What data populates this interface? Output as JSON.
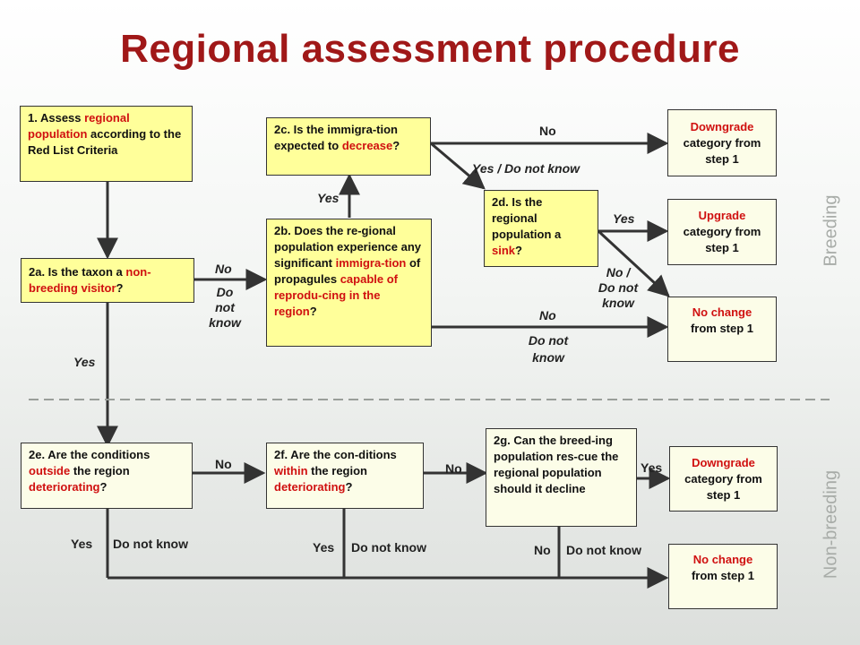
{
  "title": "Regional assessment procedure",
  "boxes": {
    "step1": {
      "text": "1.  Assess ",
      "red": "regional population",
      "rest": " according to the Red List Criteria"
    },
    "step2a": {
      "text": "2a.  Is the taxon a ",
      "red": "non-breeding visitor",
      "rest": "?"
    },
    "step2b": {
      "text": "2b.  Does the re-gional population experience any significant  ",
      "red": "immigra-tion",
      "mid": " of propagules ",
      "red2": "capable of reprodu-cing in the region",
      "rest": "?"
    },
    "step2c": {
      "text": "2c.  Is the immigra-tion expected  to ",
      "red": "decrease",
      "rest": "?"
    },
    "step2d": {
      "text": "2d. Is the regional population a ",
      "red": "sink",
      "rest": "?"
    },
    "step2e": {
      "text": "2e. Are the conditions ",
      "red": "outside",
      "mid": " the region ",
      "red2": "deteriorating",
      "rest": "?"
    },
    "step2f": {
      "text": "2f.  Are the con-ditions ",
      "red": "within",
      "mid": " the region ",
      "red2": "deteriorating",
      "rest": "?"
    },
    "step2g": {
      "text": "2g. Can the breed-ing population res-cue the regional population should it decline"
    }
  },
  "results": {
    "downgrade_top": {
      "red": "Downgrade",
      "rest": "category from step 1"
    },
    "upgrade": {
      "red": "Upgrade",
      "rest": "category from step 1"
    },
    "nochange_top": {
      "red": "No change",
      "rest": "from step 1"
    },
    "downgrade_bottom": {
      "red": "Downgrade",
      "rest": "category from step 1"
    },
    "nochange_bottom": {
      "red": "No change",
      "rest": "from step 1"
    }
  },
  "labels": {
    "no_2a": "No",
    "donotknow_2a": "Do\nnot\nknow",
    "yes_2a": "Yes",
    "yes_2b": "Yes",
    "no_2c": "No",
    "yes_dnk_2c": "Yes / Do not know",
    "yes_2d": "Yes",
    "no_dnk_2d": "No /\nDo not\nknow",
    "no_2b": "No",
    "dnk_2b": "Do not\nknow",
    "no_2e": "No",
    "yes_2e": "Yes",
    "dnk_2e": "Do not know",
    "no_2f": "No",
    "yes_2f": "Yes",
    "dnk_2f": "Do not know",
    "yes_2g": "Yes",
    "no_2g": "No",
    "dnk_2g": "Do not know"
  },
  "side": {
    "breeding": "Breeding",
    "nonbreeding": "Non-breeding"
  }
}
